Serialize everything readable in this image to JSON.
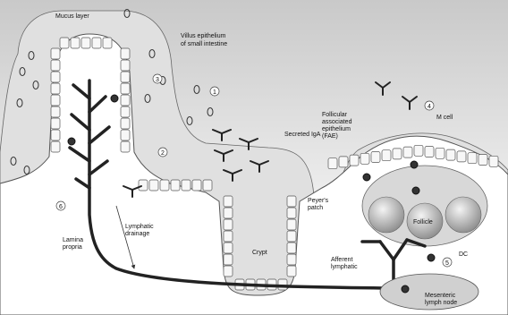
{
  "labels": {
    "mucus_layer": "Mucus layer",
    "villus_line1": "Villus epithelium",
    "villus_line2": "of small intestine",
    "secreted_iga": "Secreted IgA",
    "fae_line1": "Follicular",
    "fae_line2": "associated",
    "fae_line3": "epithelium",
    "fae_line4": "(FAE)",
    "m_cell": "M cell",
    "peyers_line1": "Peyer's",
    "peyers_line2": "patch",
    "follicle": "Follicle",
    "lymphatic_line1": "Lymphatic",
    "lymphatic_line2": "drainage",
    "lamina_line1": "Lamina",
    "lamina_line2": "propria",
    "crypt": "Crypt",
    "afferent_line1": "Afferent",
    "afferent_line2": "lymphatic",
    "dc": "DC",
    "mesenteric_line1": "Mesenteric",
    "mesenteric_line2": "lymph node"
  },
  "numbers": [
    "1",
    "2",
    "3",
    "4",
    "5",
    "6"
  ]
}
